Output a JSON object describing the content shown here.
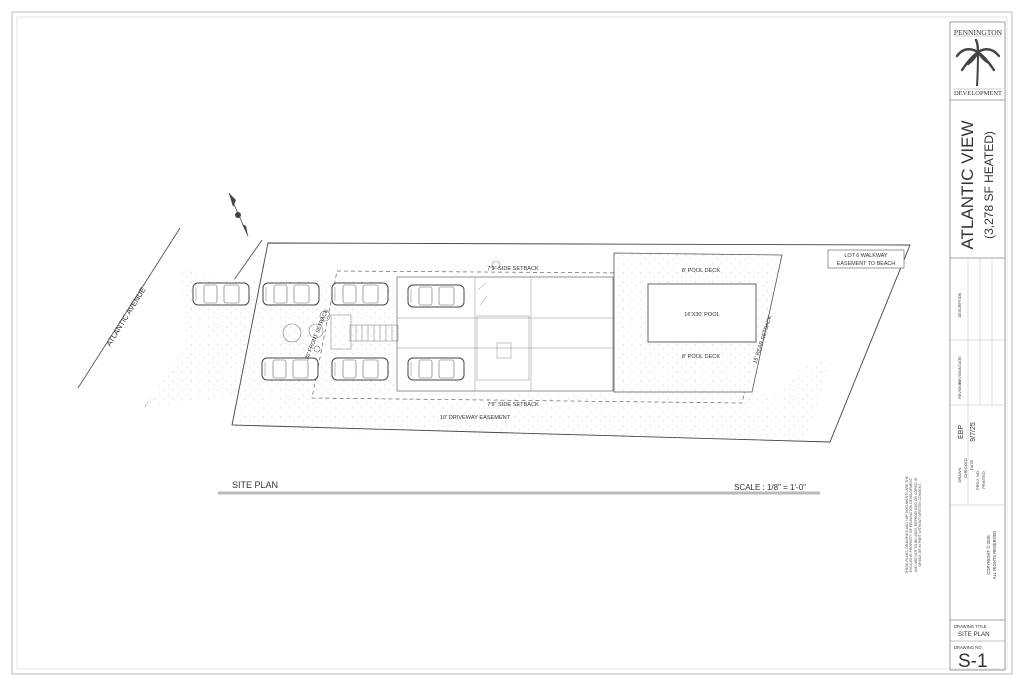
{
  "brand": {
    "line1": "PENNINGTON",
    "line2": "DEVELOPMENT"
  },
  "project": {
    "title": "ATLANTIC VIEW",
    "subtitle": "(3,278 SF HEATED)"
  },
  "revisions": {
    "header": "DESCRIPTION",
    "revision_date_label": "REVISION DATE",
    "revision_label": "REVISION"
  },
  "info_block": {
    "drawn_label": "DRAWN",
    "drawn_value": "EBP",
    "checked_label": "CHECKED",
    "date_label": "DATE",
    "date_value": "9/7/25",
    "proj_no_label": "PROJ. NO.",
    "printed_label": "PRINTED"
  },
  "notes": {
    "disclaimer": "THESE PLANS, DRAWINGS AND / OR DOCUMENTS ARE THE EXCLUSIVE PROPERTY OF PENNINGTON DEVELOPMENT, AND ARE NOT TO BE USED, REPRODUCED OR COPIED IN WHOLE OR IN PART WITHOUT WRITTEN CONSENT.",
    "copyright": "COPYRIGHT © 2026",
    "rights": "ALL RIGHTS RESERVED"
  },
  "drawing": {
    "title_label": "DRAWING TITLE",
    "title_value": "SITE PLAN",
    "number_label": "DRAWING NO.",
    "number_value": "S-1"
  },
  "plan": {
    "caption": "SITE PLAN",
    "scale": "SCALE : 1/8\" = 1'-0\"",
    "street": "ATLANTIC AVENUE",
    "side_setback_top": "7'9\" SIDE SETBACK",
    "side_setback_bottom": "7'9\" SIDE SETBACK",
    "front_setback": "20' FRONT SETBACK",
    "rear_setback": "15' REAR SETBACK",
    "pool_deck_top": "8' POOL DECK",
    "pool": "16'X30' POOL",
    "pool_deck_bottom": "8' POOL DECK",
    "walkway_line1": "LOT 6 WALKWAY",
    "walkway_line2": "EASEMENT TO BEACH",
    "driveway": "10' DRIVEWAY EASEMENT"
  },
  "colors": {
    "line": "#555555",
    "light_line": "#999999",
    "stipple": "#bbbbbb",
    "title_rule": "#cccccc"
  }
}
